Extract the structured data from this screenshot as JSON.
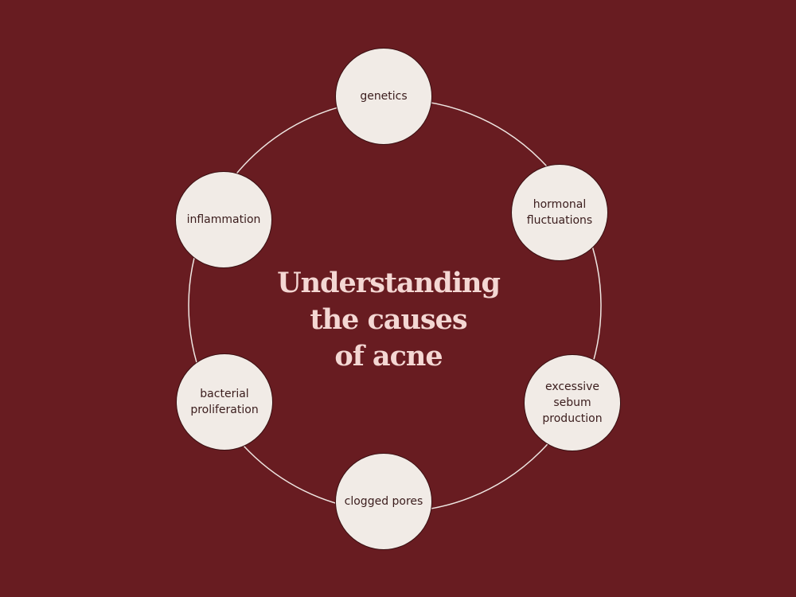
{
  "colors": {
    "background": "#681c21",
    "node_fill": "#f1ebe6",
    "node_text": "#3a1c1c",
    "title_text": "#f4d7d3",
    "ring_line": "#efe6e2"
  },
  "diagram": {
    "title": "Understanding\nthe causes\nof acne",
    "nodes": [
      {
        "id": "genetics",
        "label": "genetics"
      },
      {
        "id": "hormonal-fluctuations",
        "label": "hormonal\nfluctuations"
      },
      {
        "id": "excessive-sebum-production",
        "label": "excessive\nsebum\nproduction"
      },
      {
        "id": "clogged-pores",
        "label": "clogged pores"
      },
      {
        "id": "bacterial-proliferation",
        "label": "bacterial\nproliferation"
      },
      {
        "id": "inflammation",
        "label": "inflammation"
      }
    ]
  }
}
